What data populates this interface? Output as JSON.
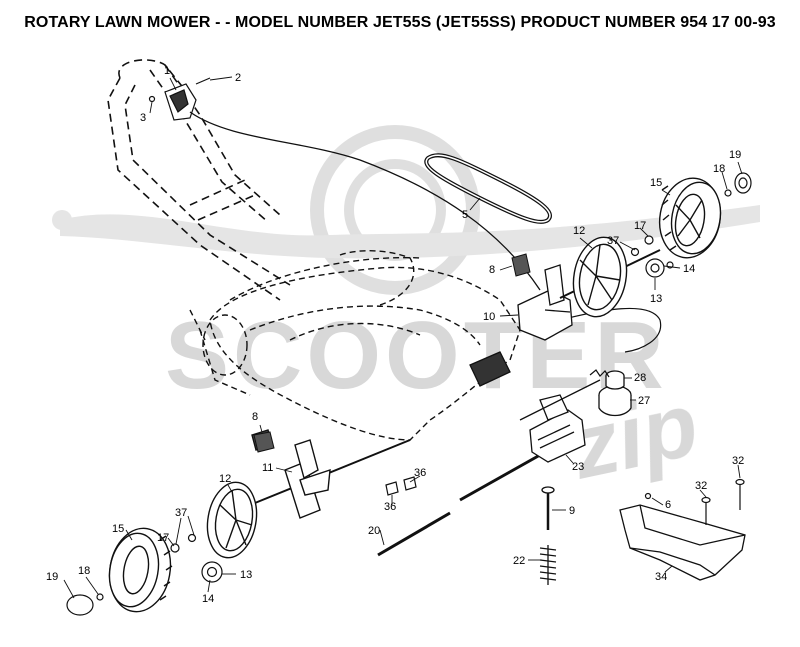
{
  "title": "ROTARY LAWN MOWER - - MODEL NUMBER JET55S (JET55SS) PRODUCT NUMBER 954 17 00-93",
  "watermark": {
    "text_main": "SCOOTER",
    "text_script": "zip",
    "color": "#d4d4d4"
  },
  "callouts": [
    {
      "id": "c1",
      "text": "1"
    },
    {
      "id": "c2",
      "text": "2"
    },
    {
      "id": "c3",
      "text": "3"
    },
    {
      "id": "c5",
      "text": "5"
    },
    {
      "id": "c8a",
      "text": "8"
    },
    {
      "id": "c8b",
      "text": "8"
    },
    {
      "id": "c10",
      "text": "10"
    },
    {
      "id": "c11",
      "text": "11"
    },
    {
      "id": "c12a",
      "text": "12"
    },
    {
      "id": "c12b",
      "text": "12"
    },
    {
      "id": "c13a",
      "text": "13"
    },
    {
      "id": "c13b",
      "text": "13"
    },
    {
      "id": "c14a",
      "text": "14"
    },
    {
      "id": "c14b",
      "text": "14"
    },
    {
      "id": "c15a",
      "text": "15"
    },
    {
      "id": "c15b",
      "text": "15"
    },
    {
      "id": "c17a",
      "text": "17"
    },
    {
      "id": "c17b",
      "text": "17"
    },
    {
      "id": "c18a",
      "text": "18"
    },
    {
      "id": "c18b",
      "text": "18"
    },
    {
      "id": "c19a",
      "text": "19"
    },
    {
      "id": "c19b",
      "text": "19"
    },
    {
      "id": "c20",
      "text": "20"
    },
    {
      "id": "c22",
      "text": "22"
    },
    {
      "id": "c23",
      "text": "23"
    },
    {
      "id": "c27",
      "text": "27"
    },
    {
      "id": "c28",
      "text": "28"
    },
    {
      "id": "c6",
      "text": "6"
    },
    {
      "id": "c9",
      "text": "9"
    },
    {
      "id": "c32a",
      "text": "32"
    },
    {
      "id": "c32b",
      "text": "32"
    },
    {
      "id": "c34",
      "text": "34"
    },
    {
      "id": "c36a",
      "text": "36"
    },
    {
      "id": "c36b",
      "text": "36"
    },
    {
      "id": "c37a",
      "text": "37"
    },
    {
      "id": "c37b",
      "text": "37"
    }
  ]
}
